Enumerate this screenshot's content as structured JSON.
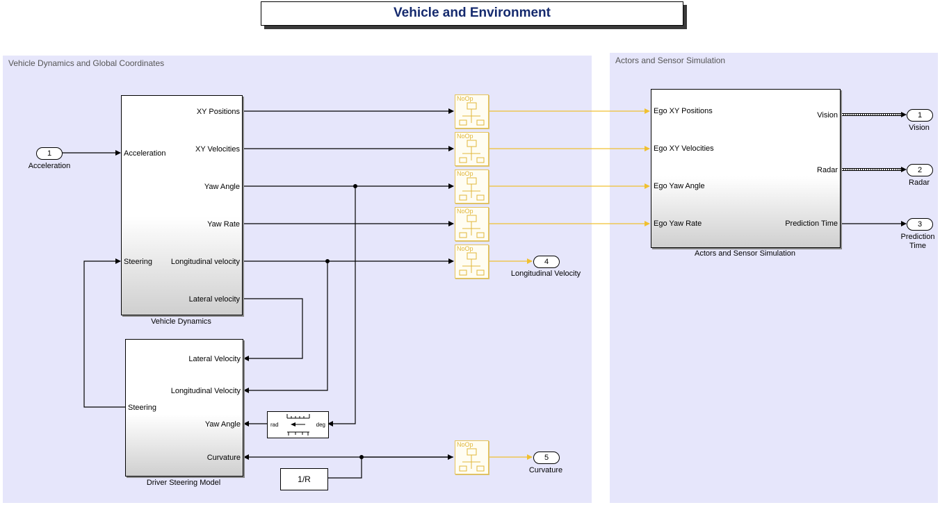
{
  "title": "Vehicle and Environment",
  "areas": {
    "left": "Vehicle Dynamics and Global Coordinates",
    "right": "Actors and Sensor Simulation"
  },
  "inports": [
    {
      "number": "1",
      "label": "Acceleration"
    }
  ],
  "outports": [
    {
      "number": "1",
      "label": "Vision"
    },
    {
      "number": "2",
      "label": "Radar"
    },
    {
      "number": "3",
      "label": "Prediction Time"
    },
    {
      "number": "4",
      "label": "Longitudinal Velocity"
    },
    {
      "number": "5",
      "label": "Curvature"
    }
  ],
  "vehicle_dynamics": {
    "name": "Vehicle Dynamics",
    "inputs": [
      "Acceleration",
      "Steering"
    ],
    "outputs": [
      "XY Positions",
      "XY Velocities",
      "Yaw Angle",
      "Yaw Rate",
      "Longitudinal velocity",
      "Lateral velocity"
    ]
  },
  "driver_steering": {
    "name": "Driver Steering Model",
    "inputs": [
      "Lateral Velocity",
      "Longitudinal Velocity",
      "Yaw Angle",
      "Curvature"
    ],
    "outputs": [
      "Steering"
    ]
  },
  "actors_sensor": {
    "name": "Actors and Sensor Simulation",
    "inputs": [
      "Ego XY Positions",
      "Ego XY Velocities",
      "Ego Yaw Angle",
      "Ego Yaw Rate"
    ],
    "outputs": [
      "Vision",
      "Radar",
      "Prediction Time"
    ]
  },
  "noop_label": "NoOp",
  "unit_conversion": {
    "from": "rad",
    "to": "deg"
  },
  "gain_label": "1/R",
  "colors": {
    "signal_bus": "#f0c030",
    "title_text": "#152a6e",
    "area_bg": "#e6e6fb"
  }
}
